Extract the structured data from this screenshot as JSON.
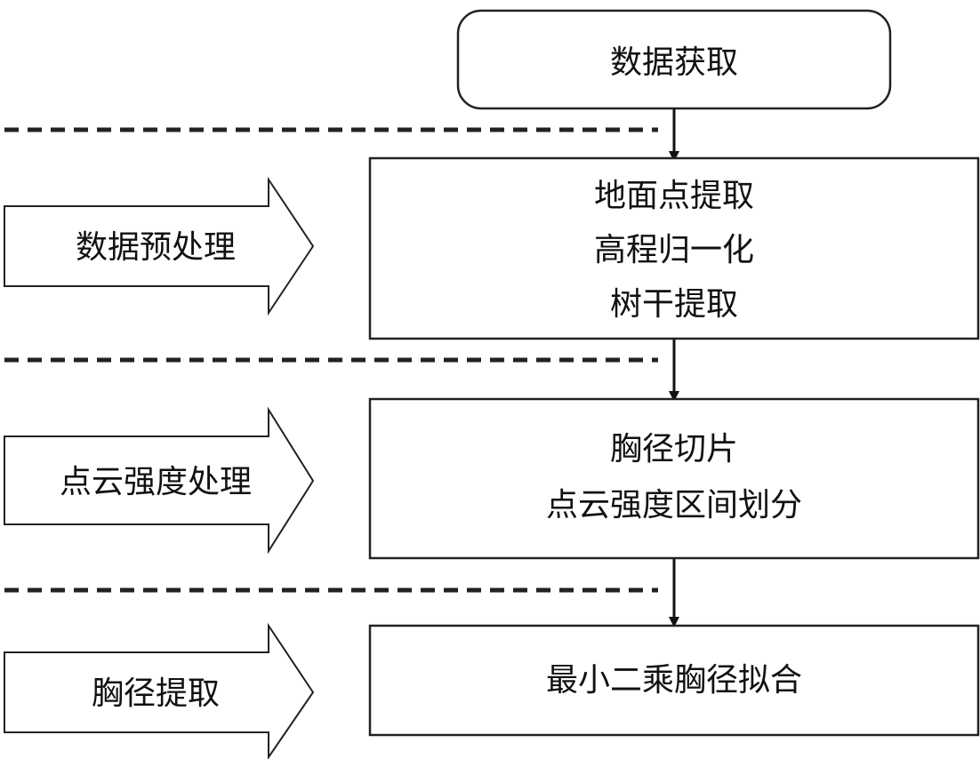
{
  "diagram": {
    "start_box": {
      "label": "数据获取"
    },
    "stages": [
      {
        "phase_label": "数据预处理",
        "steps": [
          "地面点提取",
          "高程归一化",
          "树干提取"
        ]
      },
      {
        "phase_label": "点云强度处理",
        "steps": [
          "胸径切片",
          "点云强度区间划分"
        ]
      },
      {
        "phase_label": "胸径提取",
        "steps": [
          "最小二乘胸径拟合"
        ]
      }
    ]
  }
}
